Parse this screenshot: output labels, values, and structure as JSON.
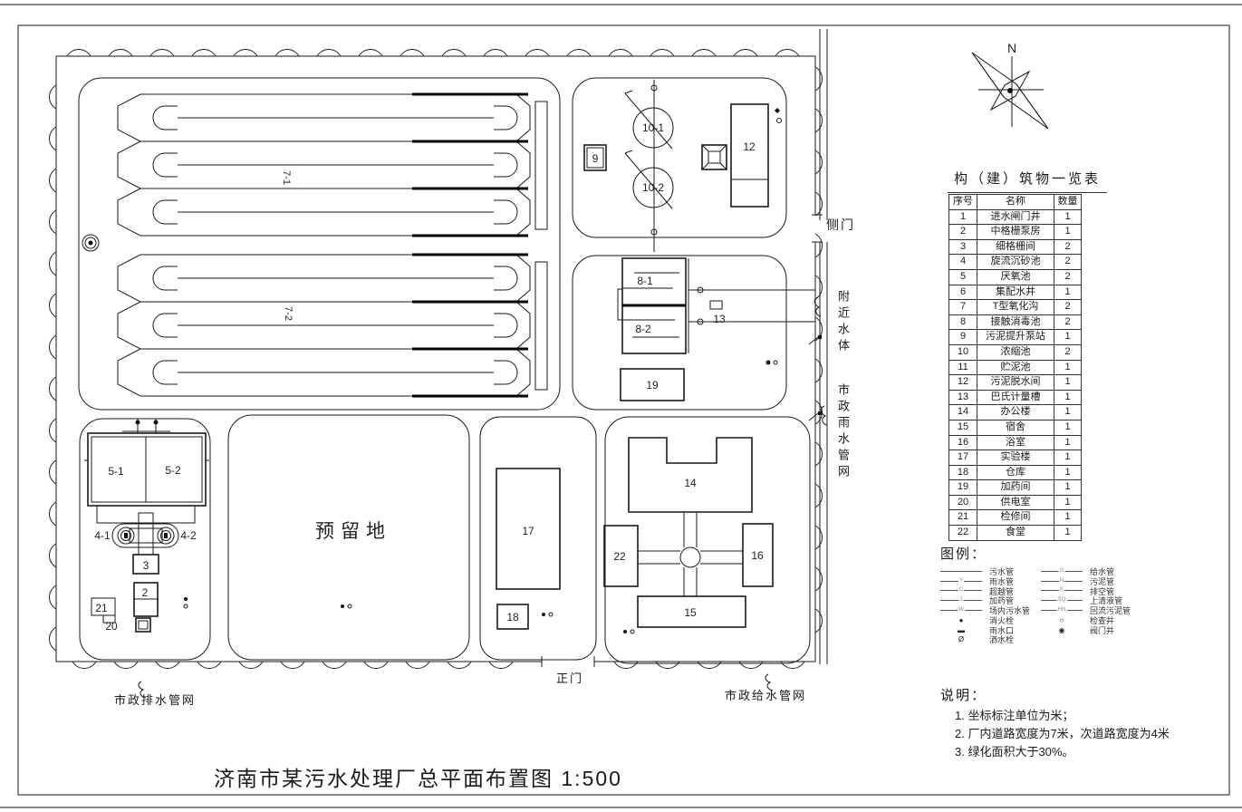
{
  "page_title": "济南市某污水处理厂总平面布置图 1:500",
  "compass": {
    "north": "N"
  },
  "structures_table": {
    "title": "构（建）筑物一览表",
    "headers": [
      "序号",
      "名称",
      "数量"
    ],
    "rows": [
      [
        "1",
        "进水闸门井",
        "1"
      ],
      [
        "2",
        "中格栅泵房",
        "1"
      ],
      [
        "3",
        "细格栅间",
        "2"
      ],
      [
        "4",
        "旋流沉砂池",
        "2"
      ],
      [
        "5",
        "厌氧池",
        "2"
      ],
      [
        "6",
        "集配水井",
        "1"
      ],
      [
        "7",
        "T型氧化沟",
        "2"
      ],
      [
        "8",
        "接触消毒池",
        "2"
      ],
      [
        "9",
        "污泥提升泵站",
        "1"
      ],
      [
        "10",
        "浓缩池",
        "2"
      ],
      [
        "11",
        "贮泥池",
        "1"
      ],
      [
        "12",
        "污泥脱水间",
        "1"
      ],
      [
        "13",
        "巴氏计量槽",
        "1"
      ],
      [
        "14",
        "办公楼",
        "1"
      ],
      [
        "15",
        "宿舍",
        "1"
      ],
      [
        "16",
        "浴室",
        "1"
      ],
      [
        "17",
        "实验楼",
        "1"
      ],
      [
        "18",
        "仓库",
        "1"
      ],
      [
        "19",
        "加药间",
        "1"
      ],
      [
        "20",
        "供电室",
        "1"
      ],
      [
        "21",
        "检修间",
        "1"
      ],
      [
        "22",
        "食堂",
        "1"
      ]
    ]
  },
  "legend": {
    "title": "图例：",
    "left": [
      {
        "type": "line",
        "code": "",
        "label": "污水管"
      },
      {
        "type": "line",
        "code": "Y",
        "label": "雨水管"
      },
      {
        "type": "line",
        "code": "C",
        "label": "超越管"
      },
      {
        "type": "line",
        "code": "J",
        "label": "加药管"
      },
      {
        "type": "line",
        "code": "W",
        "label": "场内污水管"
      },
      {
        "type": "glyph",
        "glyph": "●",
        "label": "消火栓"
      },
      {
        "type": "glyph",
        "glyph": "▬",
        "label": "雨水口"
      },
      {
        "type": "glyph",
        "glyph": "Ø",
        "label": "洒水栓"
      }
    ],
    "right": [
      {
        "type": "line",
        "code": "G",
        "label": "给水管"
      },
      {
        "type": "line",
        "code": "N",
        "label": "污泥管"
      },
      {
        "type": "line",
        "code": "K",
        "label": "排空管"
      },
      {
        "type": "line",
        "code": "SQ",
        "label": "上清液管"
      },
      {
        "type": "line",
        "code": "HN",
        "label": "回流污泥管"
      },
      {
        "type": "glyph",
        "glyph": "○",
        "label": "检查井"
      },
      {
        "type": "glyph",
        "glyph": "◉",
        "label": "阀门井"
      }
    ]
  },
  "notes": {
    "title": "说明：",
    "items": [
      "1. 坐标标注单位为米；",
      "2. 厂内道路宽度为7米，次道路宽度为4米",
      "3. 绿化面积大于30%。"
    ]
  },
  "plan_labels": {
    "ditch1": "7-1",
    "ditch2": "7-2",
    "s9": "9",
    "s10_1": "10-1",
    "s10_2": "10-2",
    "s12": "12",
    "s8_1": "8-1",
    "s8_2": "8-2",
    "s13": "13",
    "s19": "19",
    "s14": "14",
    "s15": "15",
    "s16": "16",
    "s22": "22",
    "s17": "17",
    "s18": "18",
    "reserved": "预留地",
    "s5_1": "5-1",
    "s5_2": "5-2",
    "s4_1": "4-1",
    "s4_2": "4-2",
    "s3": "3",
    "s2": "2",
    "s21": "21",
    "s20": "20",
    "side_gate": "侧门",
    "main_gate": "正门",
    "nearby_water": "附近水体",
    "rain_network": "市政雨水管网",
    "drain_network": "市政排水管网",
    "supply_network": "市政给水管网"
  }
}
